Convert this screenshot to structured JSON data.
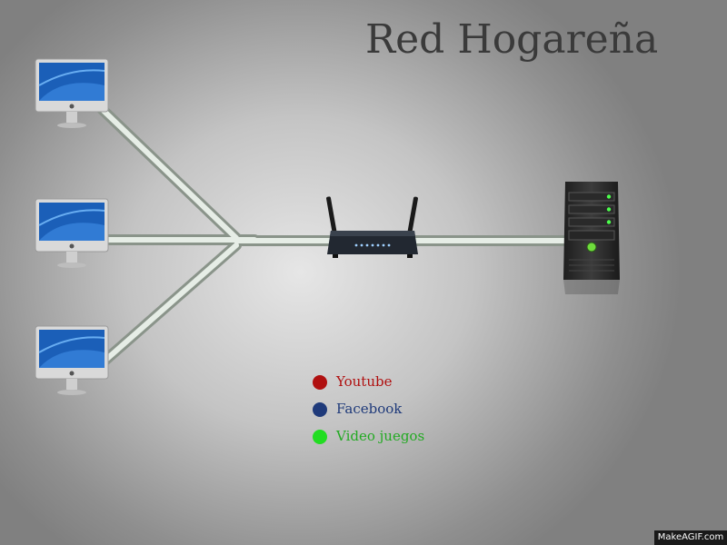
{
  "title": "Red Hogareña",
  "devices": {
    "computers": [
      {
        "name": "computer-1"
      },
      {
        "name": "computer-2"
      },
      {
        "name": "computer-3"
      }
    ],
    "router": {
      "name": "router"
    },
    "server": {
      "name": "server"
    }
  },
  "legend": [
    {
      "label": "Youtube",
      "color": "#b01010",
      "text_color": "#b01010"
    },
    {
      "label": "Facebook",
      "color": "#1f3a7a",
      "text_color": "#1f3a7a"
    },
    {
      "label": "Video juegos",
      "color": "#22dd22",
      "text_color": "#22aa22"
    }
  ],
  "colors": {
    "background": "#c8c8c8",
    "cable": "#d8e0d8",
    "title": "#3a3a3a"
  },
  "watermark": "MakeAGIF.com"
}
